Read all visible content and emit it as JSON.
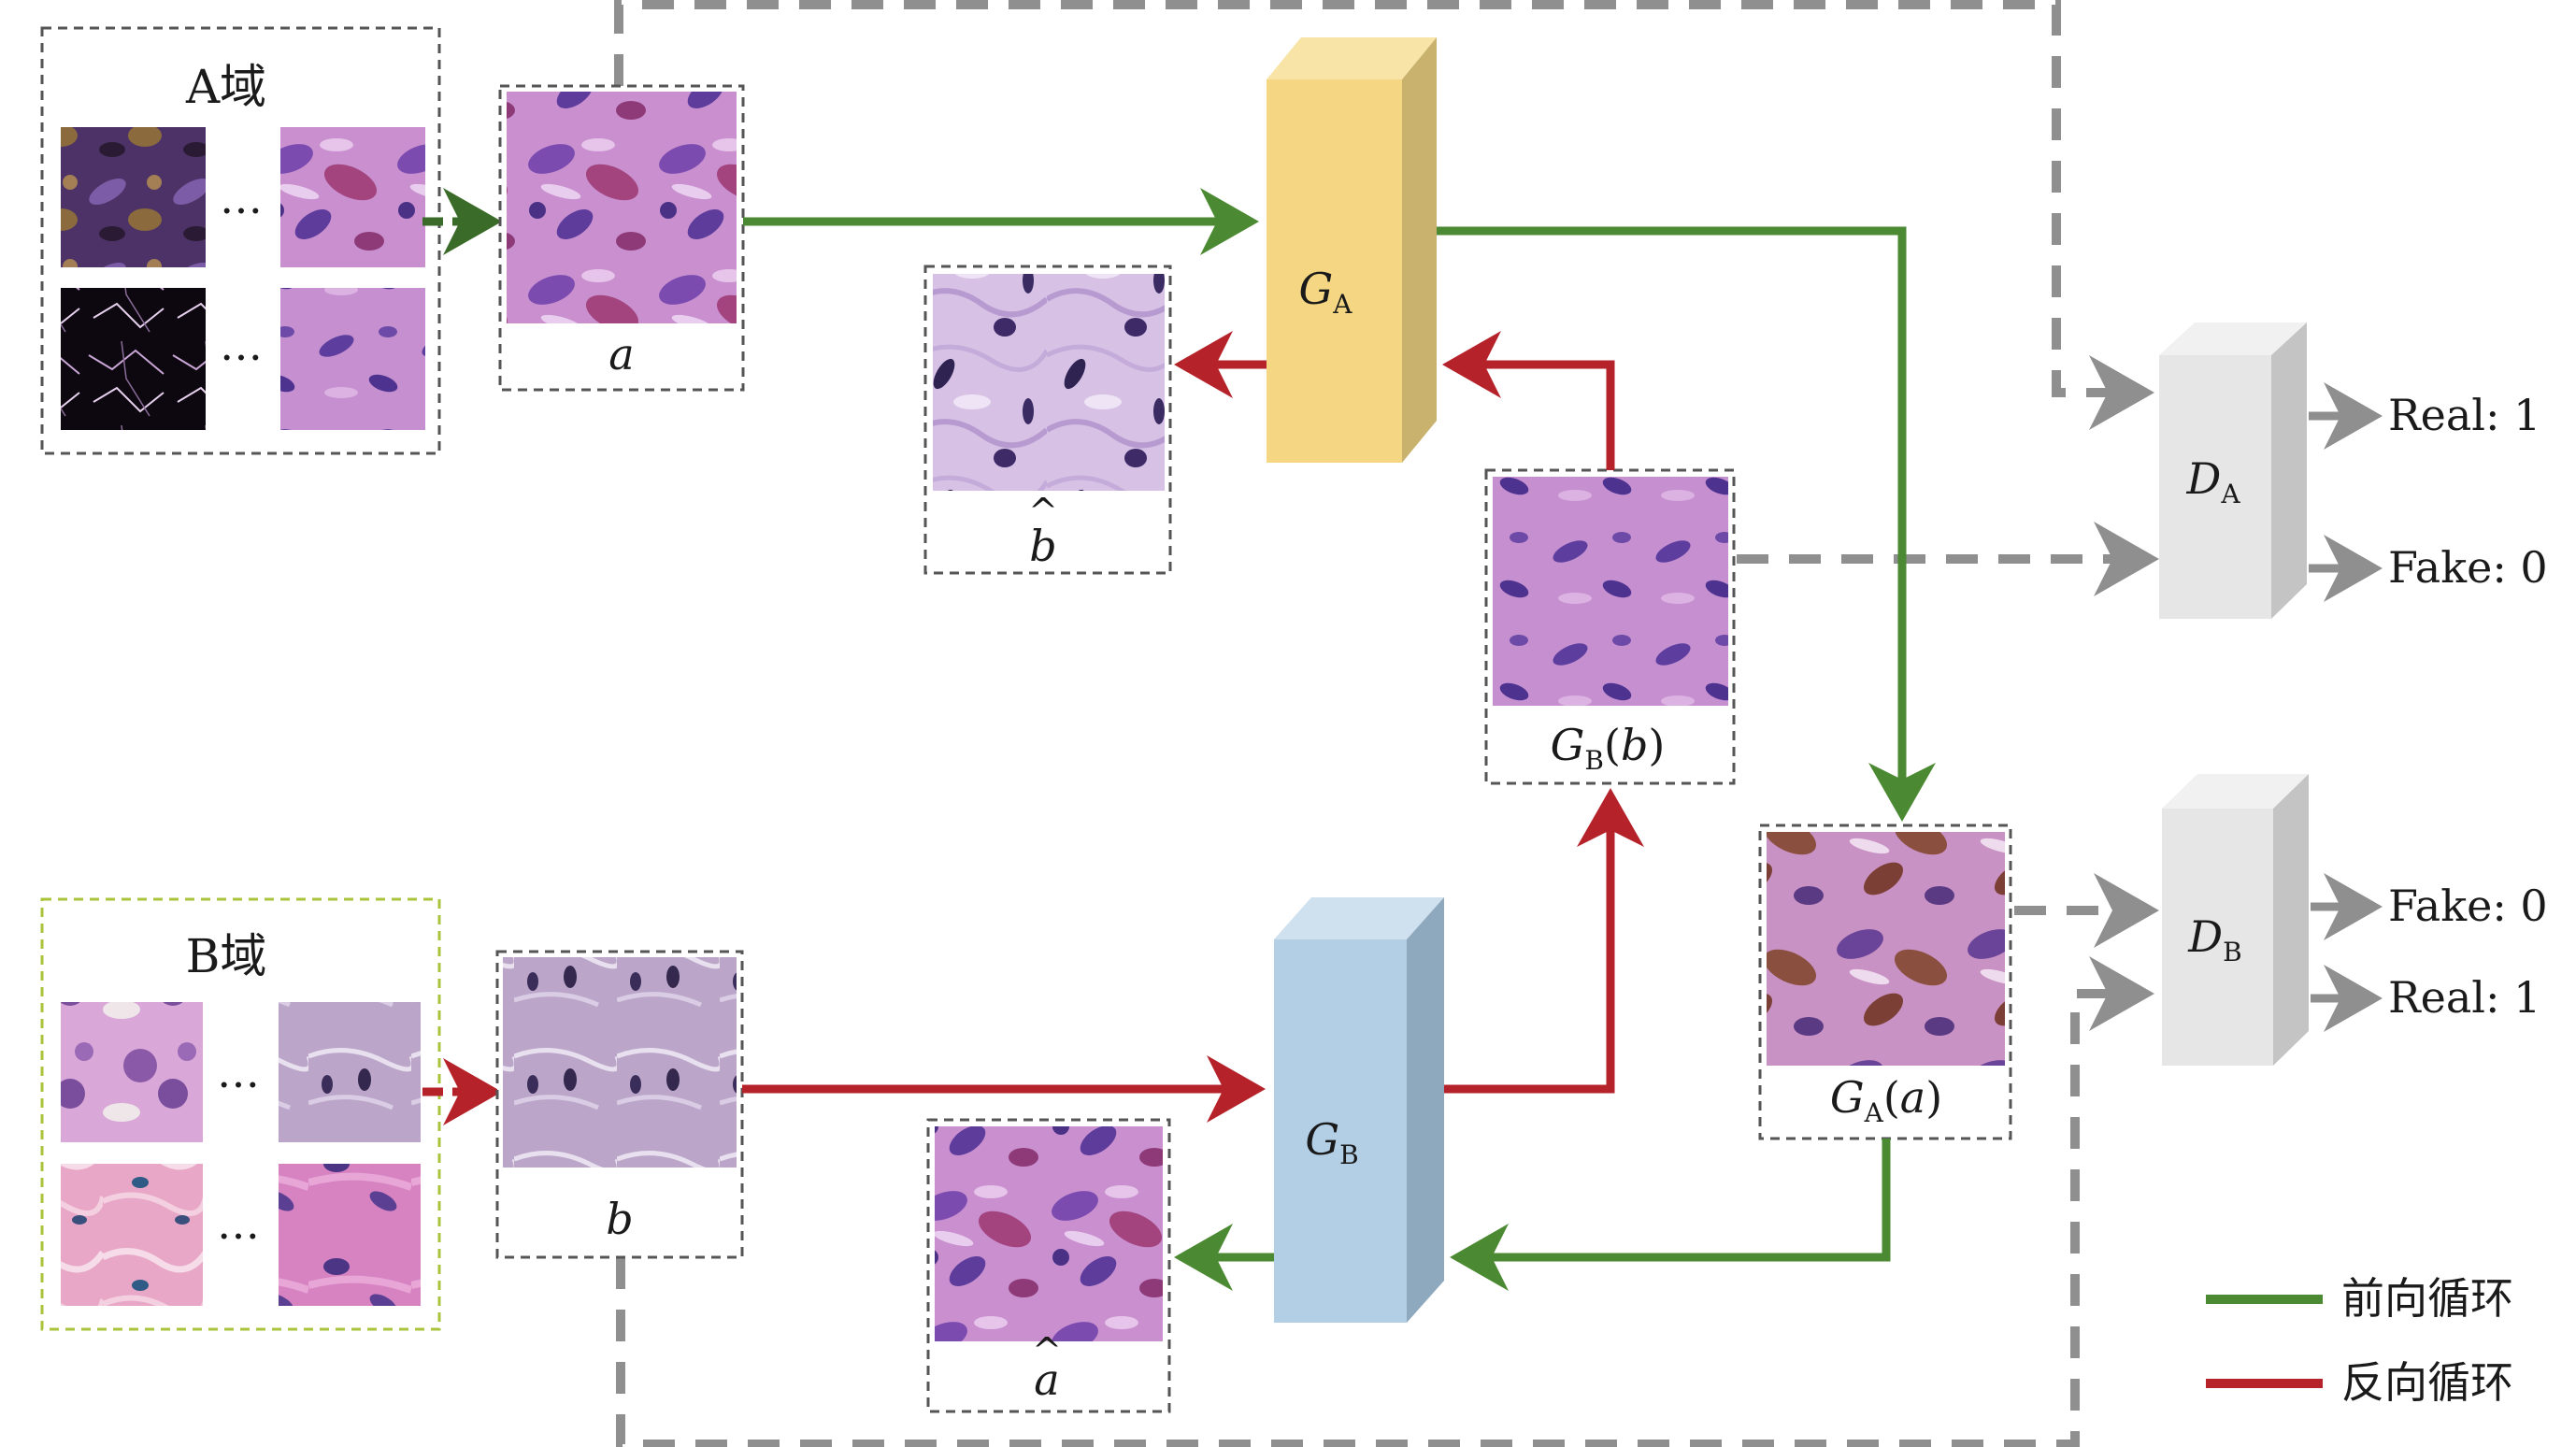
{
  "colors": {
    "forward": "#4b8a32",
    "backward": "#b5222a",
    "dashed": "#8f8f8f",
    "frame": "#555555",
    "domain_b_frame": "#a9c43c",
    "gen_a_front": "#f5d783",
    "gen_a_side": "#c9b26e",
    "gen_a_top": "#f8e4a6",
    "gen_b_front": "#b3cfe6",
    "gen_b_side": "#8ea8bd",
    "gen_b_top": "#cfe0ef",
    "disc_front": "#e6e6e6",
    "disc_side": "#c4c4c4",
    "disc_top": "#f1f1f1"
  },
  "domain_a": {
    "title": "A域",
    "ellipsis": "…"
  },
  "domain_b": {
    "title": "B域",
    "ellipsis": "…"
  },
  "images": {
    "a": {
      "name": "a",
      "caption": "a"
    },
    "b_hat": {
      "name": "b",
      "caption": "b",
      "hat": "^"
    },
    "gb_b": {
      "g": "G",
      "sub": "B",
      "arg": "b"
    },
    "b": {
      "name": "b",
      "caption": "b"
    },
    "a_hat": {
      "name": "a",
      "caption": "a",
      "hat": "^"
    },
    "ga_a": {
      "g": "G",
      "sub": "A",
      "arg": "a"
    }
  },
  "generators": {
    "ga": {
      "letter": "G",
      "sub": "A"
    },
    "gb": {
      "letter": "G",
      "sub": "B"
    }
  },
  "discriminators": {
    "da": {
      "letter": "D",
      "sub": "A",
      "out_top": "Real: 1",
      "out_bottom": "Fake: 0"
    },
    "db": {
      "letter": "D",
      "sub": "B",
      "out_top": "Fake: 0",
      "out_bottom": "Real: 1"
    }
  },
  "legend": {
    "forward": "前向循环",
    "backward": "反向循环"
  }
}
